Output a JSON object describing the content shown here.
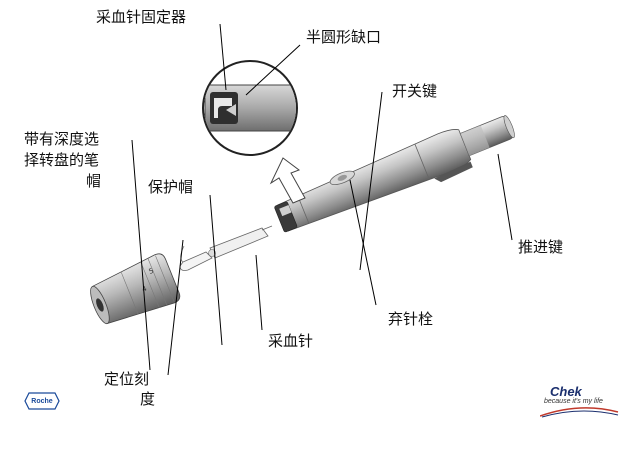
{
  "labels": {
    "lancet_holder": "采血针固定器",
    "semicircle_notch": "半圆形缺口",
    "switch_key": "开关键",
    "cap_with_dial_l1": "带有深度选",
    "cap_with_dial_l2": "择转盘的笔",
    "cap_with_dial_l3": "帽",
    "protective_cap": "保护帽",
    "push_key": "推进键",
    "eject_bolt": "弃针栓",
    "lancet": "采血针",
    "position_mark_l1": "定位刻",
    "position_mark_l2": "度"
  },
  "logos": {
    "roche": "Roche",
    "brand_name": "Chek",
    "brand_tagline": "because it's my life"
  },
  "dial_numbers": [
    "4",
    "5"
  ],
  "colors": {
    "pen_body": "#a9a9a9",
    "pen_highlight": "#e0e0e0",
    "pen_shadow": "#5a5a5a",
    "leader_line": "#000000",
    "brand_blue": "#1b2f6e",
    "brand_red": "#c0392b"
  }
}
